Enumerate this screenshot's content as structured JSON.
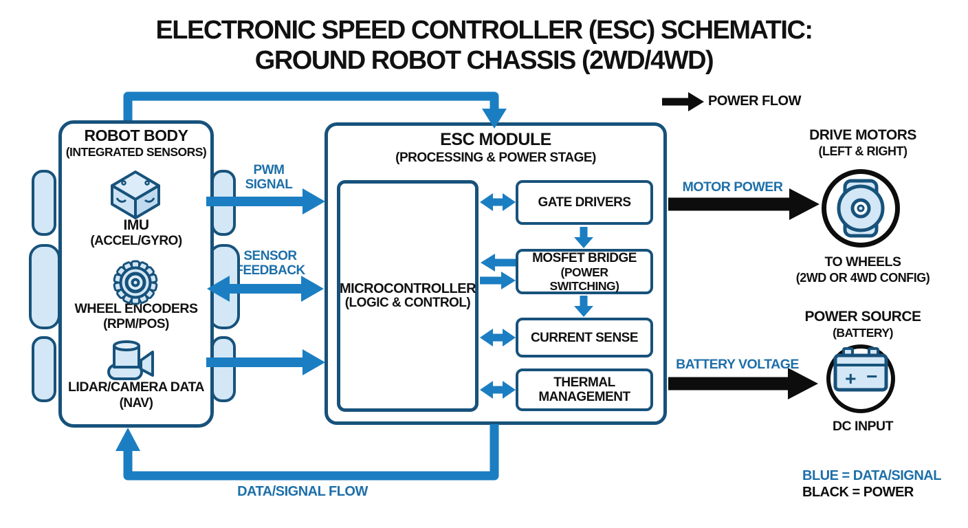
{
  "title": {
    "line1": "ELECTRONIC SPEED CONTROLLER (ESC) SCHEMATIC:",
    "line2": "GROUND ROBOT CHASSIS (2WD/4WD)"
  },
  "legend": {
    "power_flow": "POWER FLOW",
    "blue_key": "BLUE = DATA/SIGNAL",
    "black_key": "BLACK = POWER"
  },
  "colors": {
    "signal_blue": "#1b7ec2",
    "outline_navy": "#17527b",
    "light_blue_fill": "#d3e7f6",
    "label_blue": "#1d6fa9",
    "power_black": "#0d0d0d"
  },
  "robot_body": {
    "title": "ROBOT BODY",
    "subtitle": "(INTEGRATED SENSORS)",
    "sensors": [
      {
        "icon": "imu-icon",
        "label": "IMU",
        "sublabel": "(ACCEL/GYRO)"
      },
      {
        "icon": "wheel-encoder-gear-icon",
        "label": "WHEEL ENCODERS",
        "sublabel": "(RPM/POS)"
      },
      {
        "icon": "lidar-camera-icon",
        "label": "LIDAR/CAMERA DATA",
        "sublabel": "(NAV)"
      }
    ]
  },
  "esc_module": {
    "title": "ESC MODULE",
    "subtitle": "(PROCESSING & POWER STAGE)",
    "microcontroller": {
      "label": "MICROCONTROLLER",
      "sublabel": "(LOGIC & CONTROL)"
    },
    "stages": [
      {
        "label": "GATE DRIVERS",
        "sublabel": ""
      },
      {
        "label": "MOSFET BRIDGE",
        "sublabel": "(POWER SWITCHING)"
      },
      {
        "label": "CURRENT SENSE",
        "sublabel": ""
      },
      {
        "label": "THERMAL MANAGEMENT",
        "sublabel": ""
      }
    ]
  },
  "connections": {
    "pwm_line1": "PWM",
    "pwm_line2": "SIGNAL",
    "feedback_line1": "SENSOR",
    "feedback_line2": "FEEDBACK",
    "data_signal_flow": "DATA/SIGNAL FLOW",
    "motor_power": "MOTOR POWER",
    "battery_voltage": "BATTERY VOLTAGE"
  },
  "drive_motors": {
    "title": "DRIVE MOTORS",
    "subtitle": "(LEFT & RIGHT)",
    "caption_line1": "TO WHEELS",
    "caption_line2": "(2WD OR 4WD CONFIG)"
  },
  "power_source": {
    "title": "POWER SOURCE",
    "subtitle": "(BATTERY)",
    "caption": "DC INPUT",
    "plus": "+",
    "minus": "−"
  }
}
